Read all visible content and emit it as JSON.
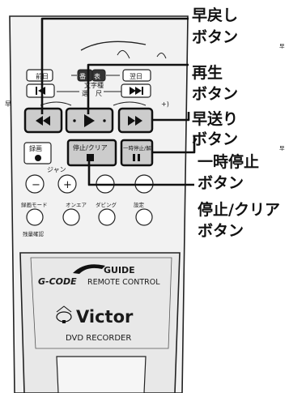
{
  "callouts": {
    "rewind": [
      "早戻し",
      "ボタン"
    ],
    "play": [
      "再生",
      "ボタン"
    ],
    "fast_forward": [
      "早送り",
      "ボタン"
    ],
    "pause": [
      "一時停止",
      "ボタン"
    ],
    "stop": [
      "停止/クリア",
      "ボタン"
    ]
  },
  "remote": {
    "row1": {
      "left_label": "前日",
      "center_label": "番",
      "center_label2": "表",
      "right_label": "翌日",
      "sub_label_1": "文字種",
      "sub_label_2": "選",
      "sub_label_3": "尺",
      "skip_back_icon": "skip-back-icon",
      "skip_fwd_icon": "skip-forward-icon"
    },
    "row2": {
      "left_edge_label": "早",
      "right_edge_label": "+)",
      "rewind_icon": "rewind-icon",
      "play_icon": "play-icon",
      "ff_icon": "fast-forward-icon"
    },
    "row3": {
      "record_label": "録画",
      "stop_label": "停止/クリア",
      "pause_label": "一時停止/解"
    },
    "row4": {
      "jump_label": "ジャン",
      "minus_label": "−",
      "plus_label": "+"
    },
    "row5": {
      "labels": [
        "録画モード",
        "オンエア",
        "ダビング",
        "設定"
      ],
      "extra_label": "残量確認"
    },
    "brand": {
      "gcode_logo": "G-CODE",
      "guide_logo": "GUIDE",
      "gcode_text": "REMOTE CONTROL",
      "maker": "Victor",
      "product": "DVD RECORDER"
    }
  },
  "side_marks": [
    "早",
    "早"
  ]
}
